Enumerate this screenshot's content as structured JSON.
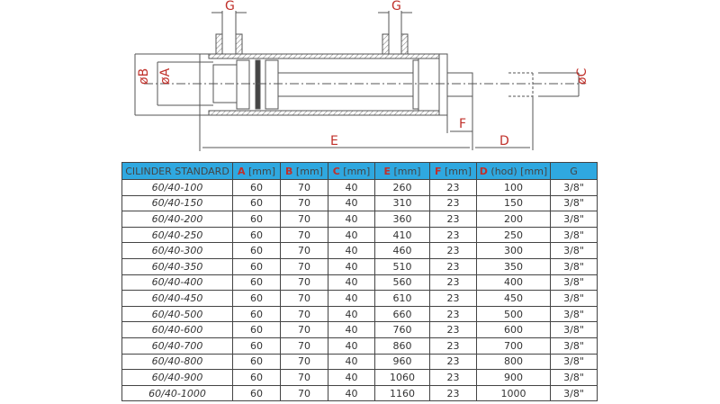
{
  "drawing": {
    "labels": {
      "g1": "G",
      "g2": "G",
      "b": "øB",
      "a": "øA",
      "c": "øC",
      "f": "F",
      "e": "E",
      "d": "D"
    }
  },
  "table": {
    "headers": [
      {
        "k": "",
        "t": "CILINDER STANDARD"
      },
      {
        "k": "A",
        "t": " [mm]"
      },
      {
        "k": "B",
        "t": " [mm]"
      },
      {
        "k": "C",
        "t": " [mm]"
      },
      {
        "k": "E",
        "t": " [mm]"
      },
      {
        "k": "F",
        "t": " [mm]"
      },
      {
        "k": "D",
        "t": " (hod)  [mm]"
      },
      {
        "k": "",
        "t": "G"
      }
    ],
    "rows": [
      [
        "60/40-100",
        "60",
        "70",
        "40",
        "260",
        "23",
        "100",
        "3/8\""
      ],
      [
        "60/40-150",
        "60",
        "70",
        "40",
        "310",
        "23",
        "150",
        "3/8\""
      ],
      [
        "60/40-200",
        "60",
        "70",
        "40",
        "360",
        "23",
        "200",
        "3/8\""
      ],
      [
        "60/40-250",
        "60",
        "70",
        "40",
        "410",
        "23",
        "250",
        "3/8\""
      ],
      [
        "60/40-300",
        "60",
        "70",
        "40",
        "460",
        "23",
        "300",
        "3/8\""
      ],
      [
        "60/40-350",
        "60",
        "70",
        "40",
        "510",
        "23",
        "350",
        "3/8\""
      ],
      [
        "60/40-400",
        "60",
        "70",
        "40",
        "560",
        "23",
        "400",
        "3/8\""
      ],
      [
        "60/40-450",
        "60",
        "70",
        "40",
        "610",
        "23",
        "450",
        "3/8\""
      ],
      [
        "60/40-500",
        "60",
        "70",
        "40",
        "660",
        "23",
        "500",
        "3/8\""
      ],
      [
        "60/40-600",
        "60",
        "70",
        "40",
        "760",
        "23",
        "600",
        "3/8\""
      ],
      [
        "60/40-700",
        "60",
        "70",
        "40",
        "860",
        "23",
        "700",
        "3/8\""
      ],
      [
        "60/40-800",
        "60",
        "70",
        "40",
        "960",
        "23",
        "800",
        "3/8\""
      ],
      [
        "60/40-900",
        "60",
        "70",
        "40",
        "1060",
        "23",
        "900",
        "3/8\""
      ],
      [
        "60/40-1000",
        "60",
        "70",
        "40",
        "1160",
        "23",
        "1000",
        "3/8\""
      ]
    ]
  }
}
